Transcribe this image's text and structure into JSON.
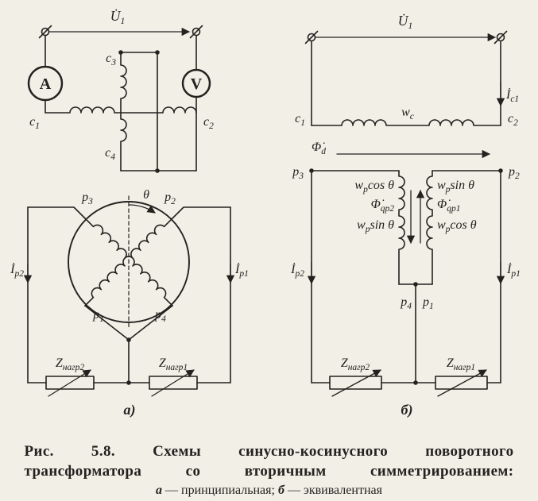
{
  "figure": {
    "bg": "#f2efe7",
    "ink": "#23221f"
  },
  "labels": {
    "U1": {
      "m": "U̇",
      "s": "1"
    },
    "ammeter": "A",
    "voltmeter": "V",
    "c1": {
      "m": "c",
      "s": "1"
    },
    "c2": {
      "m": "c",
      "s": "2"
    },
    "c3": {
      "m": "c",
      "s": "3"
    },
    "c4": {
      "m": "c",
      "s": "4"
    },
    "p1": {
      "m": "p",
      "s": "1"
    },
    "p2": {
      "m": "p",
      "s": "2"
    },
    "p3": {
      "m": "p",
      "s": "3"
    },
    "p4": {
      "m": "p",
      "s": "4"
    },
    "theta": "θ",
    "Ip1": {
      "m": "İ",
      "s": "p1"
    },
    "Ip2": {
      "m": "İ",
      "s": "p2"
    },
    "Ic1": {
      "m": "İ",
      "s": "c1"
    },
    "Zn1": {
      "m": "Z",
      "s": "нагр1"
    },
    "Zn2": {
      "m": "Z",
      "s": "нагр2"
    },
    "wc": {
      "m": "w",
      "s": "c"
    },
    "wpcos": {
      "m": "w",
      "s": "p",
      "t": "cos θ"
    },
    "wpsin": {
      "m": "w",
      "s": "p",
      "t": "sin θ"
    },
    "Phid": {
      "m": "Φ̇",
      "s": "d"
    },
    "Phiqp1": {
      "m": "Φ̇",
      "s": "qp1"
    },
    "Phiqp2": {
      "m": "Φ̇",
      "s": "qp2"
    },
    "part_a": "а)",
    "part_b": "б)"
  },
  "caption": {
    "line1": "Рис. 5.8. Схемы синусно-косинусного поворотного",
    "line2": "трансформатора со вторичным симметрированием:",
    "line3_a": "а",
    "line3_t1": " — принципиальная; ",
    "line3_b": "б",
    "line3_t2": " — эквивалентная"
  }
}
